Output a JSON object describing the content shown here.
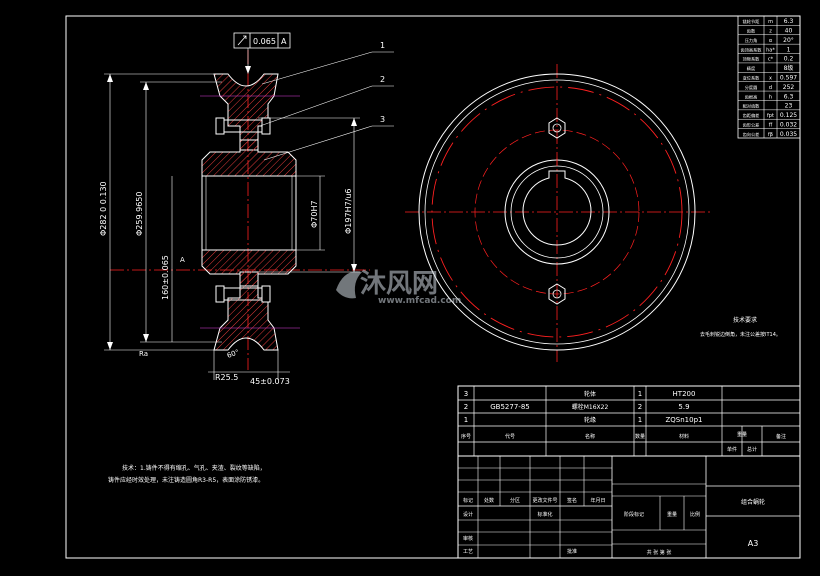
{
  "colors": {
    "background": "#000000",
    "line": "#ffffff",
    "centerline": "#ff2020",
    "hatch": "#e23b3b",
    "magenta": "#e040e0"
  },
  "section_view": {
    "tolerance_frame": {
      "value": "0.065",
      "datum": "A"
    },
    "balloons": [
      "1",
      "2",
      "3"
    ],
    "dim_outer_dia": "Φ282 0 0.130",
    "dim_root_dia": "Φ259.9650",
    "dim_bore": "Φ70H7",
    "dim_hub_fit": "Φ197H7/u6",
    "dim_height": "160±0.065",
    "dim_ra": "Ra",
    "dim_radius": "R25.5",
    "dim_width": "45±0.073",
    "dim_angle": "60°",
    "dim_datum_left": "A"
  },
  "notes": {
    "left_note": [
      "技术：1.铸件不得有缩孔、气孔、夹渣、裂纹等缺陷，",
      "铸件应经时效处理，未注铸造圆角R3-R5，表面涂防锈漆。"
    ],
    "right_note_title": "技术要求",
    "right_note_body": "去毛刺锐边倒角，未注公差按IT14。"
  },
  "param_table": {
    "rows": [
      {
        "name": "链轮节距",
        "sym": "m",
        "val": "6.3"
      },
      {
        "name": "齿数",
        "sym": "z",
        "val": "40"
      },
      {
        "name": "压力角",
        "sym": "α",
        "val": "20°"
      },
      {
        "name": "齿顶高系数",
        "sym": "ha*",
        "val": "1"
      },
      {
        "name": "顶隙系数",
        "sym": "c*",
        "val": "0.2"
      },
      {
        "name": "精度",
        "sym": "",
        "val": "8级"
      },
      {
        "name": "变位系数",
        "sym": "x",
        "val": "0.597"
      },
      {
        "name": "分度圆",
        "sym": "d",
        "val": "252"
      },
      {
        "name": "齿根高",
        "sym": "h",
        "val": "6.3"
      },
      {
        "name": "配对齿数",
        "sym": "",
        "val": "23"
      },
      {
        "name": "齿距偏差",
        "sym": "fpt",
        "val": "0.125"
      },
      {
        "name": "齿形公差",
        "sym": "ff",
        "val": "0.032"
      },
      {
        "name": "齿向公差",
        "sym": "fβ",
        "val": "0.035"
      }
    ]
  },
  "bom": {
    "rows": [
      {
        "no": "3",
        "code": "",
        "name": "轮体",
        "qty": "1",
        "material": "HT200",
        "note": ""
      },
      {
        "no": "2",
        "code": "GB5277-85",
        "name": "螺栓M16X22",
        "qty": "2",
        "material": "5.9",
        "note": ""
      },
      {
        "no": "1",
        "code": "",
        "name": "轮缘",
        "qty": "1",
        "material": "ZQSn10p1",
        "note": ""
      }
    ],
    "header": [
      "序号",
      "代号",
      "名称",
      "数量",
      "材料",
      "单件",
      "总计",
      "备注"
    ],
    "weight_header": "重量"
  },
  "title_block": {
    "drawing_title": "组合蜗轮",
    "format": "A3",
    "cells": {
      "mark": "标记",
      "count": "处数",
      "zone": "分区",
      "change_doc": "更改文件号",
      "sign": "签名",
      "date": "年月日",
      "design": "设计",
      "standardize": "标准化",
      "stage_mark": "阶段标记",
      "weight": "重量",
      "scale": "比例",
      "review": "审核",
      "process": "工艺",
      "approve": "批准",
      "sheets": "共 张 第 张"
    }
  },
  "watermark": {
    "brand": "沐风网",
    "url": "www.mfcad.com"
  }
}
